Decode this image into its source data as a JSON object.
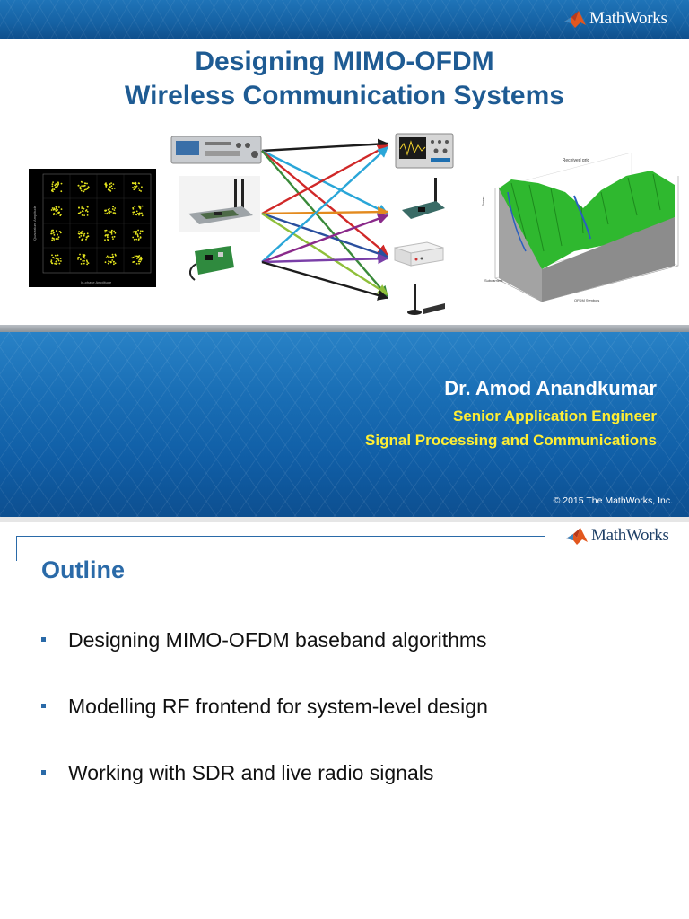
{
  "slide1": {
    "brand": "MathWorks",
    "title_line1": "Designing MIMO-OFDM",
    "title_line2": "Wireless Communication Systems",
    "presenter_name": "Dr. Amod Anandkumar",
    "presenter_role": "Senior Application Engineer",
    "presenter_dept": "Signal Processing and Communications",
    "copyright": "© 2015 The MathWorks, Inc.",
    "figure_labels": {
      "constellation_y": "Quadrature Amplitude",
      "constellation_x": "In-phase Amplitude",
      "grid_title": "Received grid",
      "grid_y": "Power",
      "grid_x1": "Subcarriers",
      "grid_x2": "OFDM Symbols"
    },
    "colors": {
      "band_blue": "#1561a3",
      "title_blue": "#1e5b93",
      "accent_yellow": "#ffee33"
    }
  },
  "slide2": {
    "brand": "MathWorks",
    "heading": "Outline",
    "bullets": [
      "Designing MIMO-OFDM baseband algorithms",
      "Modelling RF frontend for system-level design",
      "Working with SDR and live radio signals"
    ]
  }
}
